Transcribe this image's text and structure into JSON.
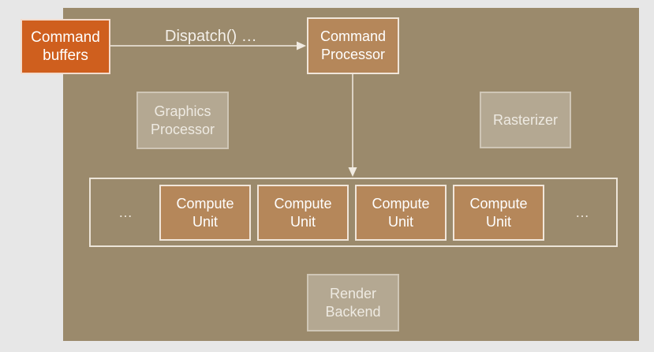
{
  "nodes": {
    "command_buffers": {
      "label": "Command\nbuffers"
    },
    "command_processor": {
      "label": "Command\nProcessor"
    },
    "graphics_processor": {
      "label": "Graphics\nProcessor"
    },
    "rasterizer": {
      "label": "Rasterizer"
    },
    "compute_units": [
      {
        "label": "Compute\nUnit"
      },
      {
        "label": "Compute\nUnit"
      },
      {
        "label": "Compute\nUnit"
      },
      {
        "label": "Compute\nUnit"
      }
    ],
    "ellipsis_left": "…",
    "ellipsis_right": "…",
    "render_backend": {
      "label": "Render\nBackend"
    }
  },
  "edges": {
    "dispatch_label": "Dispatch() …"
  },
  "colors": {
    "panel": "#9b8a6c",
    "accent_orange": "#cf5f1e",
    "active_unit": "#b5875a",
    "inactive_unit": "#b4a892",
    "background": "#e7e7e7"
  }
}
